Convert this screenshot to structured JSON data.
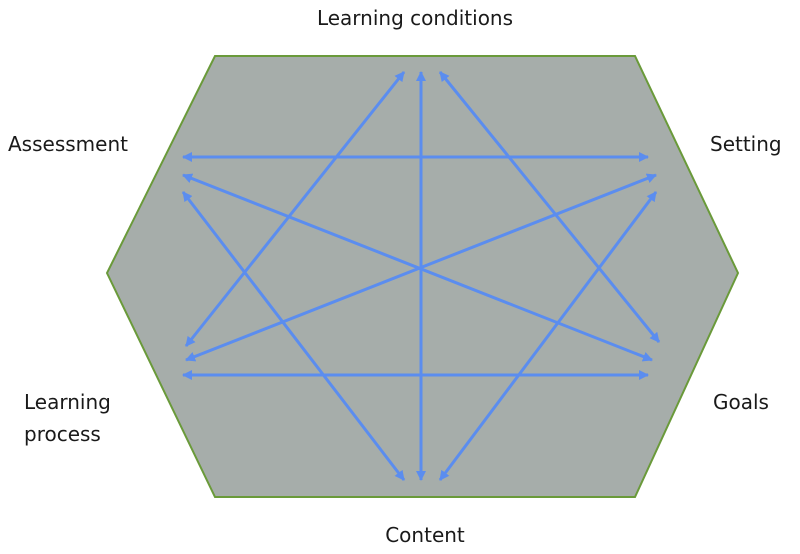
{
  "diagram": {
    "type": "hexagon-relationship-diagram",
    "colors": {
      "hexagon_fill": "#a6adaa",
      "hexagon_stroke": "#6a9a3a",
      "arrow": "#5b8def",
      "label_text": "#1a1a1a"
    },
    "nodes": {
      "top": {
        "label": "Learning conditions"
      },
      "top_right": {
        "label": "Setting"
      },
      "bottom_right": {
        "label": "Goals"
      },
      "bottom": {
        "label": "Content"
      },
      "bottom_left": {
        "line1": "Learning",
        "line2": "process"
      },
      "top_left": {
        "label": "Assessment"
      }
    },
    "connections": [
      {
        "from": "Learning conditions",
        "to": "Content",
        "bidirectional": true
      },
      {
        "from": "Learning conditions",
        "to": "Learning process",
        "bidirectional": true
      },
      {
        "from": "Learning conditions",
        "to": "Goals",
        "bidirectional": true
      },
      {
        "from": "Assessment",
        "to": "Setting",
        "bidirectional": true
      },
      {
        "from": "Learning process",
        "to": "Goals",
        "bidirectional": true
      },
      {
        "from": "Assessment",
        "to": "Goals",
        "bidirectional": true
      },
      {
        "from": "Setting",
        "to": "Learning process",
        "bidirectional": true
      },
      {
        "from": "Assessment",
        "to": "Content",
        "bidirectional": true
      },
      {
        "from": "Setting",
        "to": "Content",
        "bidirectional": true
      }
    ]
  }
}
